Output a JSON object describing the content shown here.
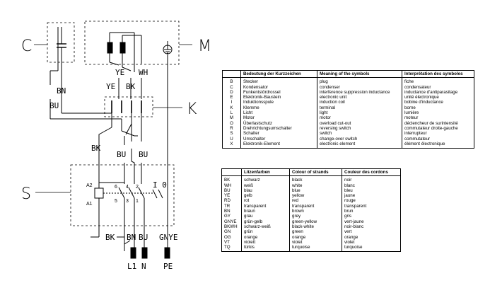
{
  "diagram": {
    "component_labels": {
      "capacitor": "C",
      "motor": "M",
      "terminal": "K",
      "switch": "S"
    },
    "wire_labels": {
      "bn_left": "BN",
      "bu_left": "BU",
      "ye_motor": "YE",
      "wh_motor": "WH",
      "ye_terminal": "YE",
      "bk_terminal": "BK",
      "bk_left": "BK",
      "bu_mid1": "BU",
      "bu_mid2": "BU",
      "bk_bottom": "BK",
      "bn_bottom": "BN",
      "bu_bottom": "BU",
      "gnye_bottom": "GNYE"
    },
    "pin_labels": {
      "a2": "A2",
      "a1": "A1",
      "p6": "6",
      "p4": "4",
      "p2": "2",
      "p5": "5",
      "p3": "3",
      "p1": "1",
      "io": "I 0"
    },
    "supply_labels": {
      "l1": "L1",
      "n": "N",
      "pe": "PE"
    }
  },
  "symbols_table": {
    "headers": [
      "",
      "Bedeutung der Kurzzeichen",
      "Meaning of the symbols",
      "Interprétation des symboles"
    ],
    "rows": [
      [
        "B",
        "Stecker",
        "plug",
        "fiche"
      ],
      [
        "C",
        "Kondensator",
        "condenser",
        "condensateur"
      ],
      [
        "D",
        "Funkentstördrossel",
        "interference suppression inductance",
        "inductance d'antiparasitage"
      ],
      [
        "E",
        "Elektronik-Baustein",
        "electronic unit",
        "unité électronique"
      ],
      [
        "I",
        "Induktionsspule",
        "induction coil",
        "bobine d'inductance"
      ],
      [
        "K",
        "Klemme",
        "terminal",
        "borne"
      ],
      [
        "L",
        "Licht",
        "light",
        "lumière"
      ],
      [
        "M",
        "Motor",
        "motor",
        "moteur"
      ],
      [
        "O",
        "Überlastschutz",
        "overload cut-out",
        "déclencheur de surintensité"
      ],
      [
        "R",
        "Drehrichtungsumschalter",
        "reversing switch",
        "commutateur droite-gauche"
      ],
      [
        "S",
        "Schalter",
        "switch",
        "interrupteur"
      ],
      [
        "U",
        "Umschalter",
        "change-over switch",
        "commutateur"
      ],
      [
        "X",
        "Elektronik-Element",
        "electronic element",
        "élément électronique"
      ]
    ]
  },
  "colors_table": {
    "headers": [
      "",
      "Litzenfarben",
      "Colour of strands",
      "Couleur des cordons"
    ],
    "rows": [
      [
        "BK",
        "schwarz",
        "black",
        "noir"
      ],
      [
        "WH",
        "weiß",
        "white",
        "blanc"
      ],
      [
        "BU",
        "blau",
        "blue",
        "bleu"
      ],
      [
        "YE",
        "gelb",
        "yellow",
        "jaune"
      ],
      [
        "RD",
        "rot",
        "red",
        "rouge"
      ],
      [
        "TR",
        "transparent",
        "transparent",
        "transparent"
      ],
      [
        "BN",
        "braun",
        "brown",
        "brun"
      ],
      [
        "GY",
        "grau",
        "grey",
        "gris"
      ],
      [
        "GNYE",
        "grün-gelb",
        "green-yellow",
        "vert-jaune"
      ],
      [
        "BKWH",
        "schwarz-weiß",
        "black-white",
        "noir-blanc"
      ],
      [
        "GN",
        "grün",
        "green",
        "vert"
      ],
      [
        "OG",
        "orange",
        "orange",
        "orange"
      ],
      [
        "VT",
        "violett",
        "violet",
        "violet"
      ],
      [
        "TQ",
        "türkis",
        "turquoise",
        "turquoise"
      ]
    ]
  }
}
